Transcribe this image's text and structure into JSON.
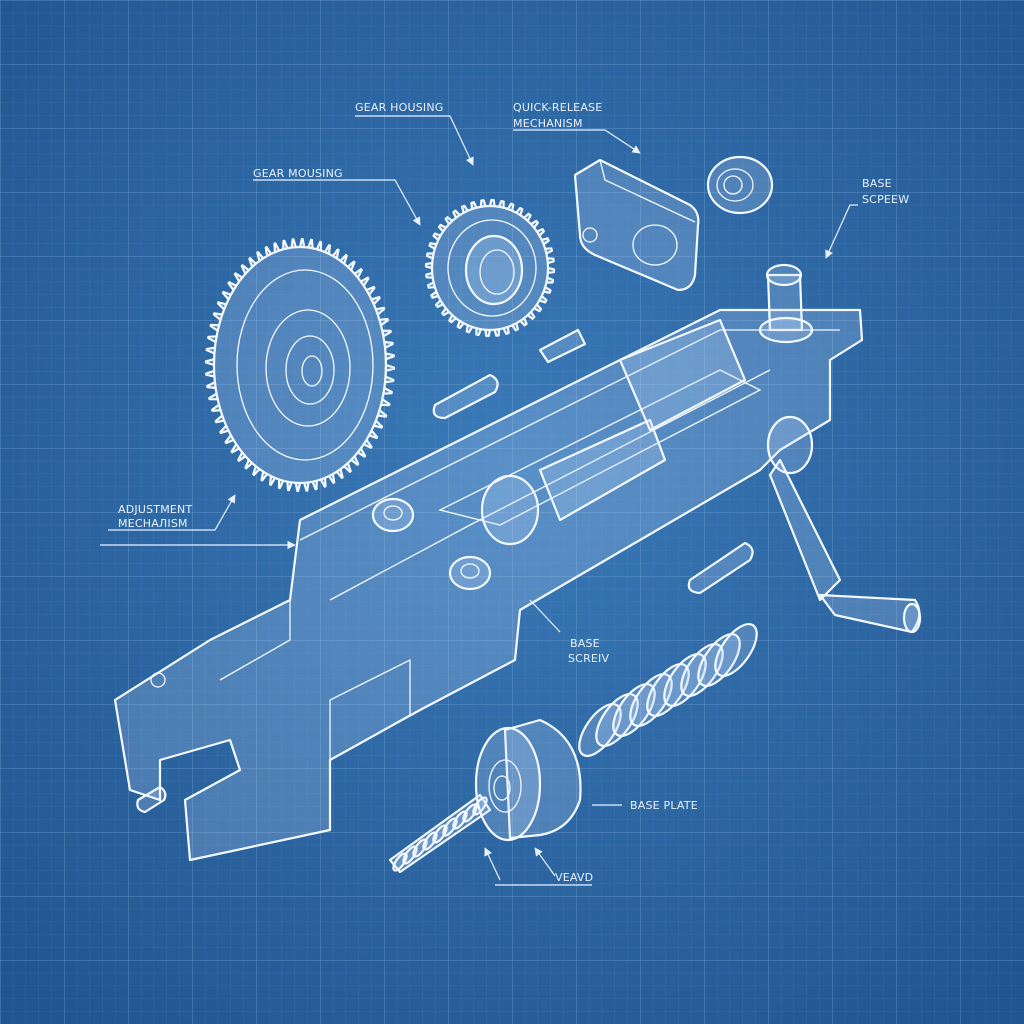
{
  "diagram": {
    "style": "blueprint exploded isometric view",
    "colors": {
      "background": "#2e6aa6",
      "grid": "#6a9ad0",
      "lines": "#f4f9ff"
    },
    "labels": [
      {
        "lines": [
          "GEAR HOUSING"
        ]
      },
      {
        "lines": [
          "QUICK-RELEASE",
          "MECHANISM"
        ]
      },
      {
        "lines": [
          "GEAR MOUSING"
        ]
      },
      {
        "lines": [
          "BASE",
          "SCPEEW"
        ]
      },
      {
        "lines": [
          "ADJUSTMENT",
          "MECHAЛISM"
        ]
      },
      {
        "lines": [
          "BASE",
          "SCREIV"
        ]
      },
      {
        "lines": [
          "BASE PLATE"
        ]
      },
      {
        "lines": [
          "VEAVD"
        ]
      }
    ]
  }
}
